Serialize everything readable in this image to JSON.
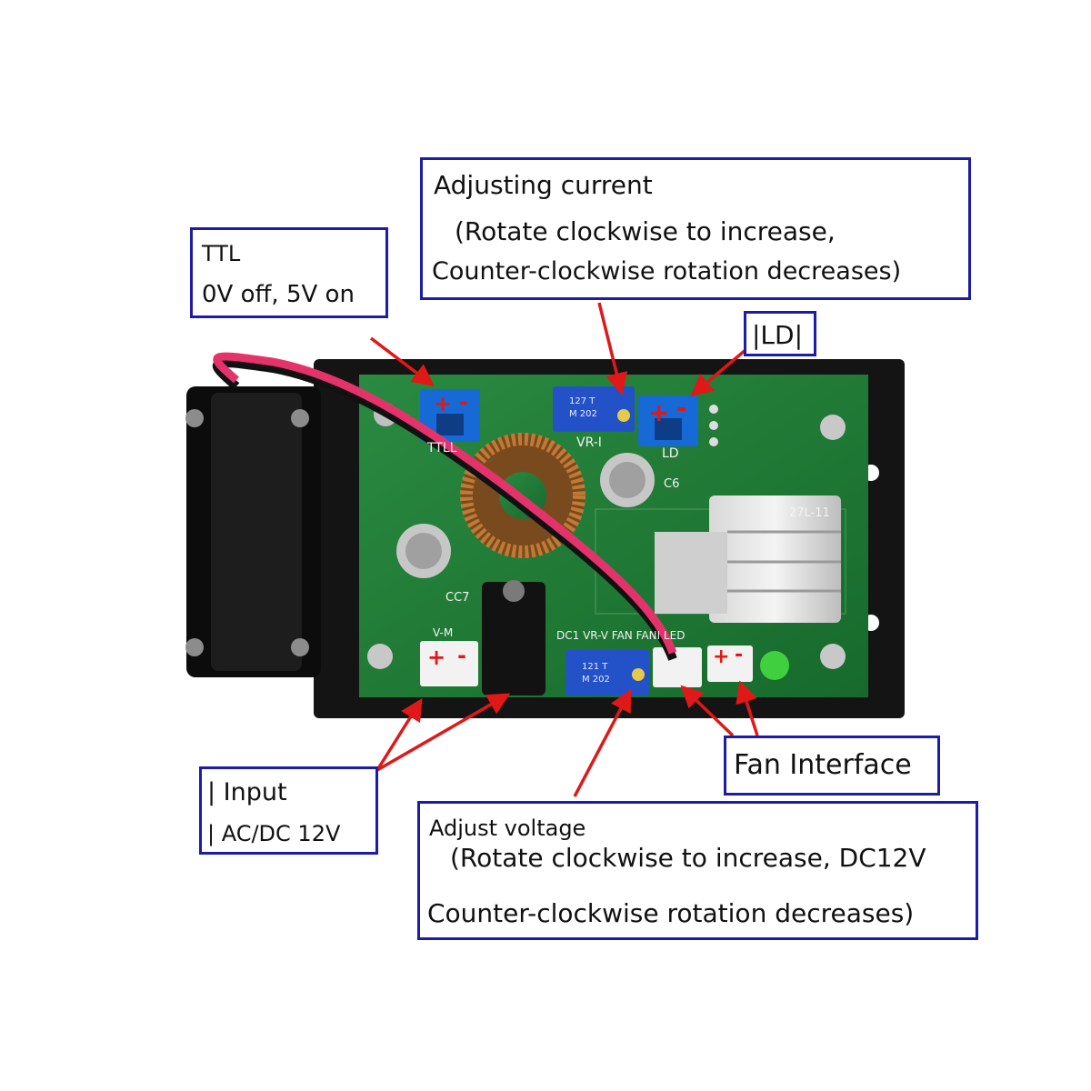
{
  "colors": {
    "callout_border": "#1c1ca8",
    "arrow": "#e01818",
    "pcb": "#1e7a35",
    "case": "#111111"
  },
  "callouts": {
    "ttl": {
      "line1": "TTL",
      "line2": "0V off, 5V on"
    },
    "current": {
      "line1": "Adjusting current",
      "line2": "(Rotate clockwise to increase,",
      "line3": "Counter-clockwise rotation decreases)"
    },
    "ld": {
      "label": "|LD|"
    },
    "input": {
      "line1": "| Input",
      "line2": "| AC/DC 12V"
    },
    "fan": {
      "label": "Fan Interface"
    },
    "voltage": {
      "line1": "Adjust voltage",
      "line2": "(Rotate clockwise to increase, DC12V",
      "line3": "Counter-clockwise rotation decreases)"
    }
  },
  "board": {
    "silk_ttl": "TTLL",
    "silk_vri": "VR-I",
    "silk_ld": "LD",
    "silk_c6": "C6",
    "silk_c7": "CC7",
    "silk_vm": "V-M",
    "silk_bottom": "DC1 VR-V FAN FANI LED",
    "pot1_code": "127 T",
    "pot1_code2": "M 202",
    "pot2_code": "121 T",
    "pot2_code2": "M 202",
    "silk_top_right": "27L-11"
  }
}
